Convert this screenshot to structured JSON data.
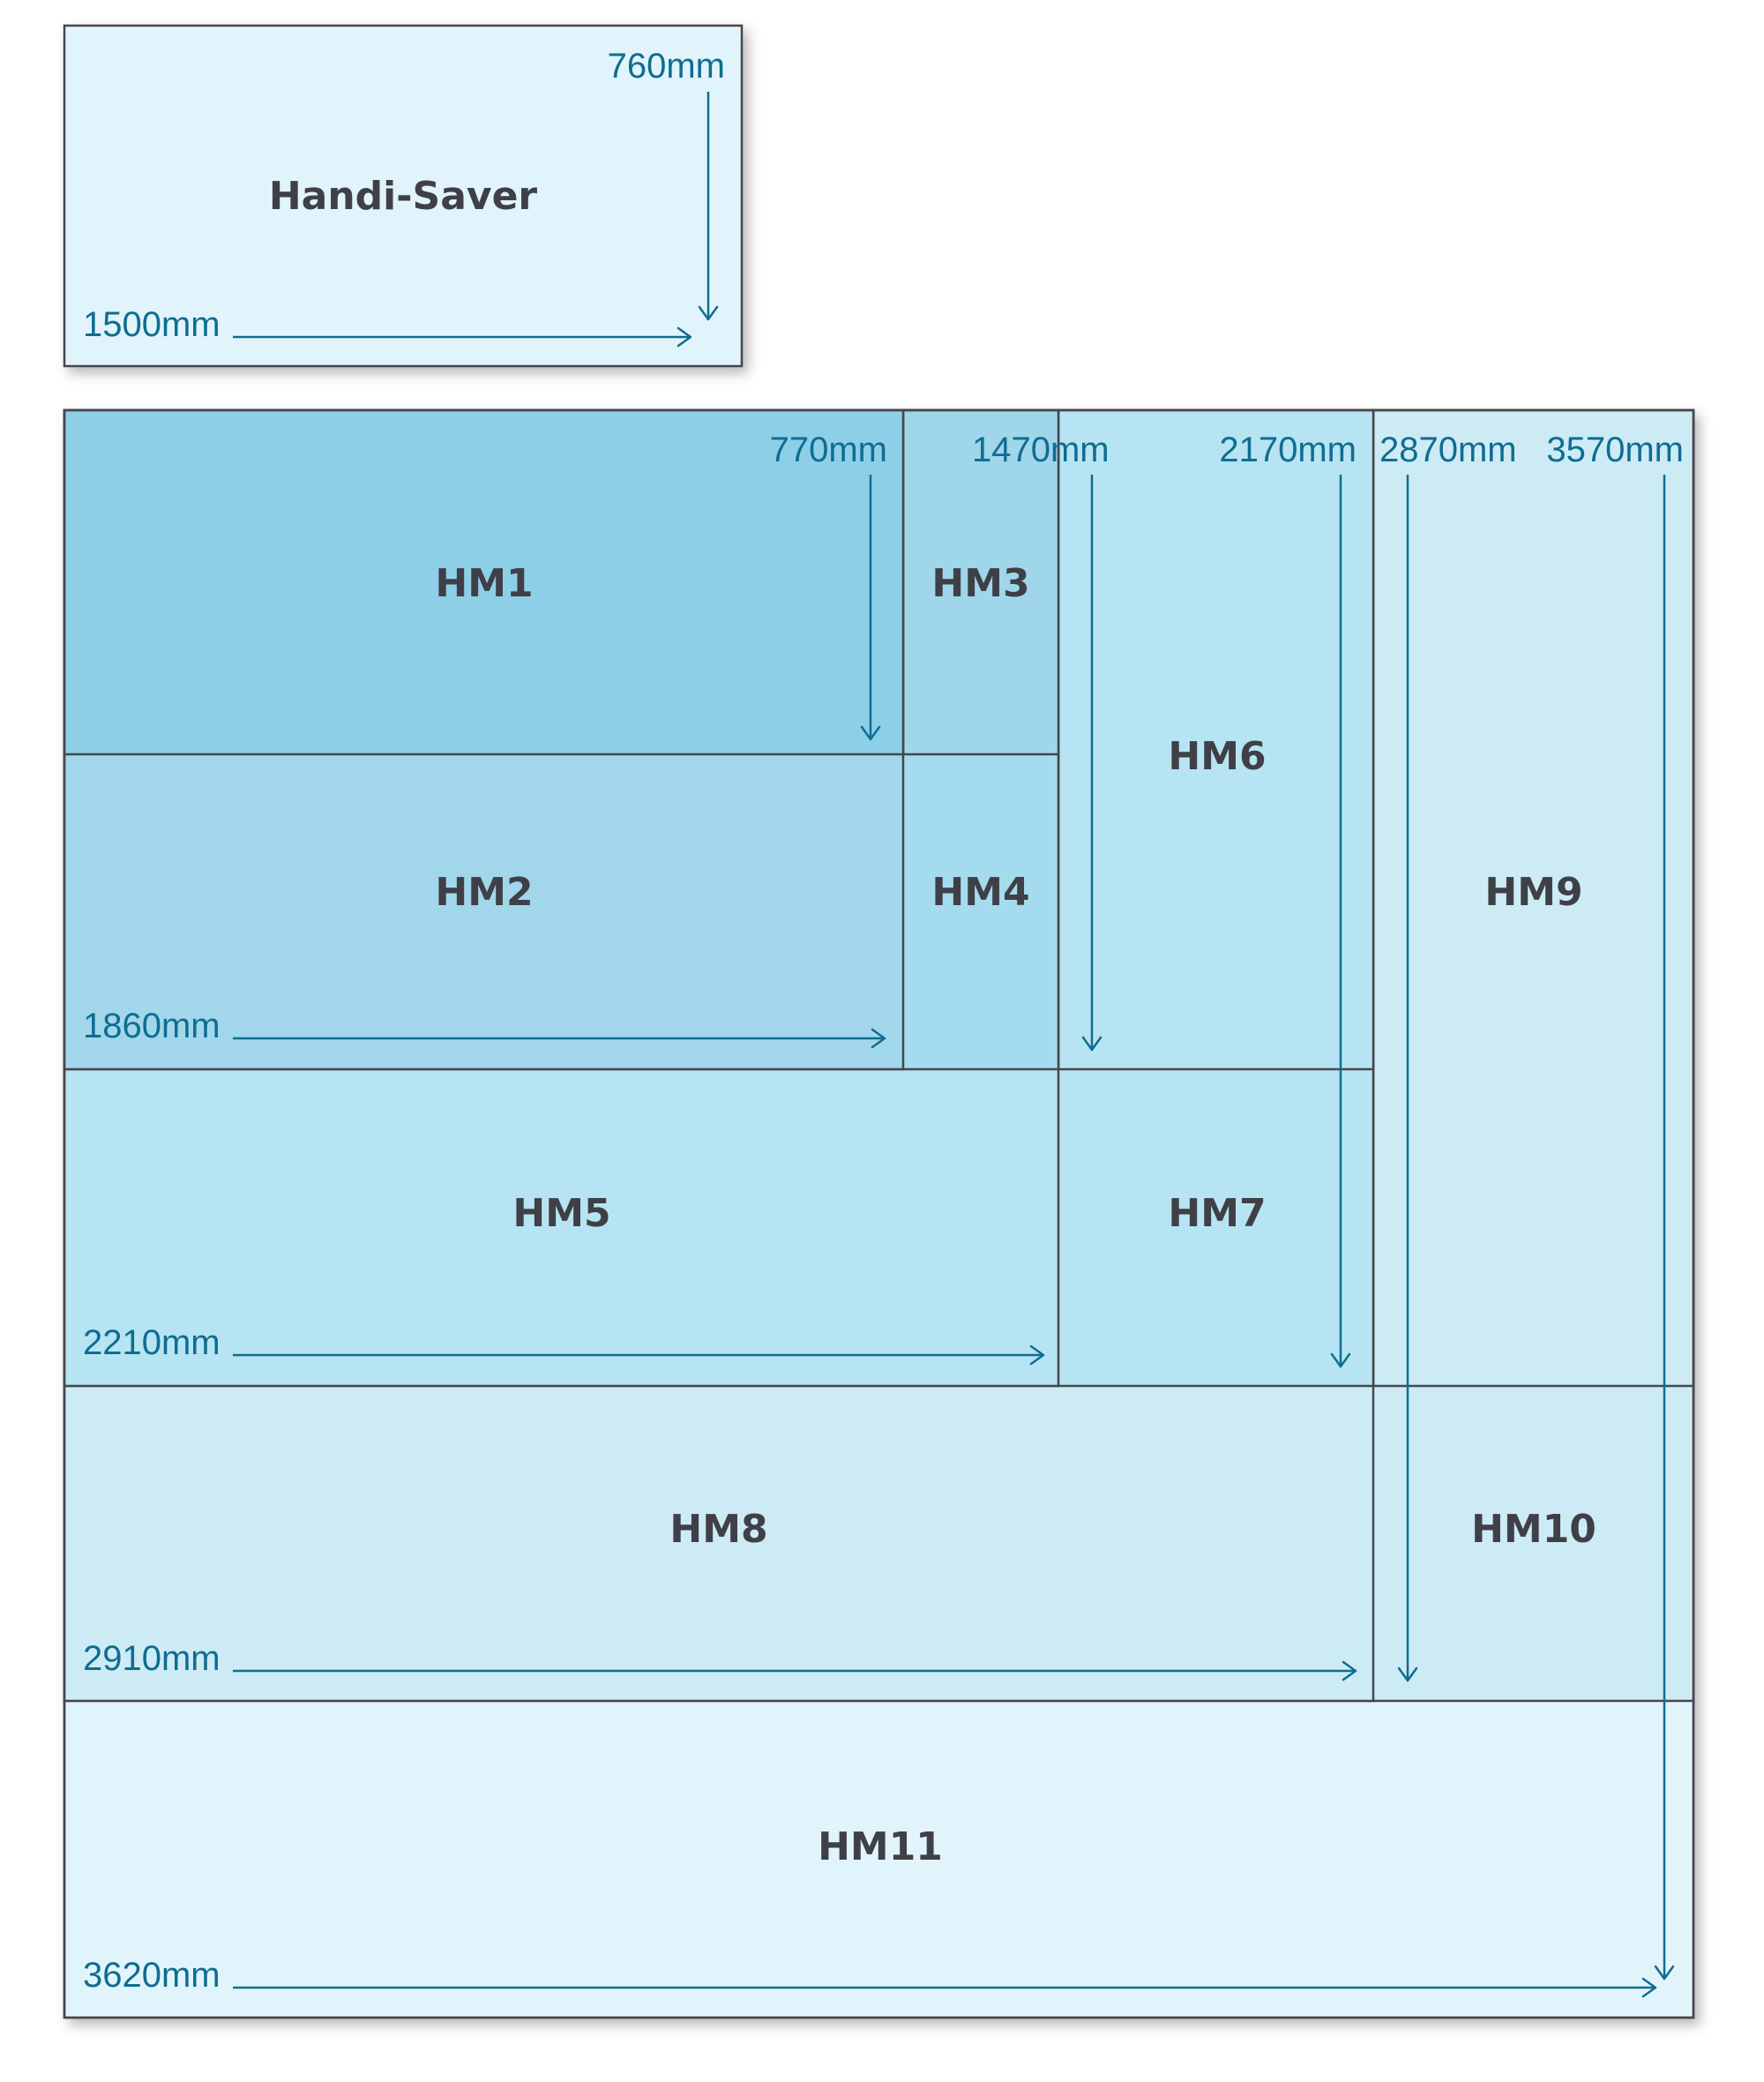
{
  "colors": {
    "lightest": "#e2f4fb",
    "light": "#cdebf5",
    "medium": "#b7e4f2",
    "hm4": "#a5dbee",
    "hm2": "#a2d7eb",
    "hm3": "#a0d6e9",
    "hm1": "#8ecfe8",
    "border": "#45464d",
    "dimension": "#0e6d92",
    "label": "#3f4047"
  },
  "panels": {
    "handi_saver": "Handi-Saver",
    "hm1": "HM1",
    "hm2": "HM2",
    "hm3": "HM3",
    "hm4": "HM4",
    "hm5": "HM5",
    "hm6": "HM6",
    "hm7": "HM7",
    "hm8": "HM8",
    "hm9": "HM9",
    "hm10": "HM10",
    "hm11": "HM11"
  },
  "dimensions": {
    "handi_height": "760mm",
    "handi_width": "1500mm",
    "h770": "770mm",
    "h1470": "1470mm",
    "h2170": "2170mm",
    "h2870": "2870mm",
    "h3570": "3570mm",
    "w1860": "1860mm",
    "w2210": "2210mm",
    "w2910": "2910mm",
    "w3620": "3620mm"
  }
}
